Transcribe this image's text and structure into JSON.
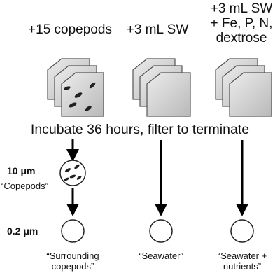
{
  "columns": [
    {
      "title_lines": [
        "+15 copepods"
      ],
      "caption_lines": [
        "“Surrounding",
        "copepods”"
      ]
    },
    {
      "title_lines": [
        "+3 mL SW"
      ],
      "caption_lines": [
        "“Seawater”"
      ]
    },
    {
      "title_lines": [
        "+3 mL SW",
        "+ Fe, P, N,",
        "dextrose"
      ],
      "caption_lines": [
        "“Seawater +",
        "nutrients”"
      ]
    }
  ],
  "incubate_text": "Incubate 36 hours, filter to terminate",
  "filter_labels": {
    "size_10": "10 μm",
    "size_10_caption": "“Copepods”",
    "size_02": "0.2 μm"
  }
}
